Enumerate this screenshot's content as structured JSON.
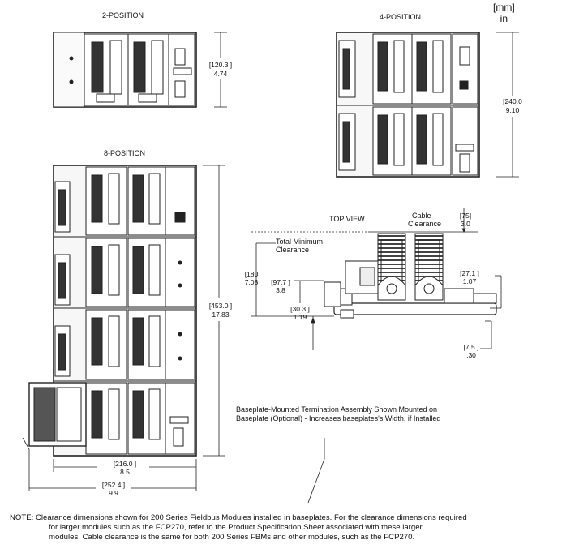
{
  "units": {
    "mm_label": "[mm]",
    "in_label": "in"
  },
  "views": {
    "two_position": {
      "title": "2-POSITION",
      "height_mm": "[120.3 ]",
      "height_in": "4.74"
    },
    "four_position": {
      "title": "4-POSITION",
      "height_mm": "[240.0",
      "height_in": "9.10"
    },
    "eight_position": {
      "title": "8-POSITION",
      "height_mm": "[453.0 ]",
      "height_in": "17.83",
      "width_mm": "[216.0 ]",
      "width_in": "8.5",
      "overall_width_mm": "[252.4 ]",
      "overall_width_in": "9.9"
    }
  },
  "top_view": {
    "title": "TOP VIEW",
    "cable_clearance_line1": "Cable",
    "cable_clearance_line2": "Clearance",
    "cable_clearance_mm": "[75]",
    "cable_clearance_in": "3.0",
    "total_min_line1": "Total Minimum",
    "total_min_line2": "Clearance",
    "total_mm": "[180",
    "total_in": "7.08",
    "d97_mm": "[97.7 ]",
    "d97_in": "3.8",
    "d30_mm": "[30.3 ]",
    "d30_in": "1.19",
    "d27_mm": "[27.1 ]",
    "d27_in": "1.07",
    "d7_mm": "[7.5 ]",
    "d7_in": ".30"
  },
  "callout": {
    "line1": "Baseplate-Mounted Termination Assembly Shown Mounted on",
    "line2": "Baseplate (Optional) - Increases baseplates's Width, if Installed"
  },
  "note": {
    "line1": "NOTE: Clearance dimensions shown for 200 Series Fieldbus Modules installed in baseplates. For the clearance dimensions required",
    "line2": "for larger modules such as the FCP270, refer to the Product Specification Sheet associated with these larger",
    "line3": "modules. Cable clearance is the same for both 200 Series FBMs and other modules, such as the FCP270."
  }
}
